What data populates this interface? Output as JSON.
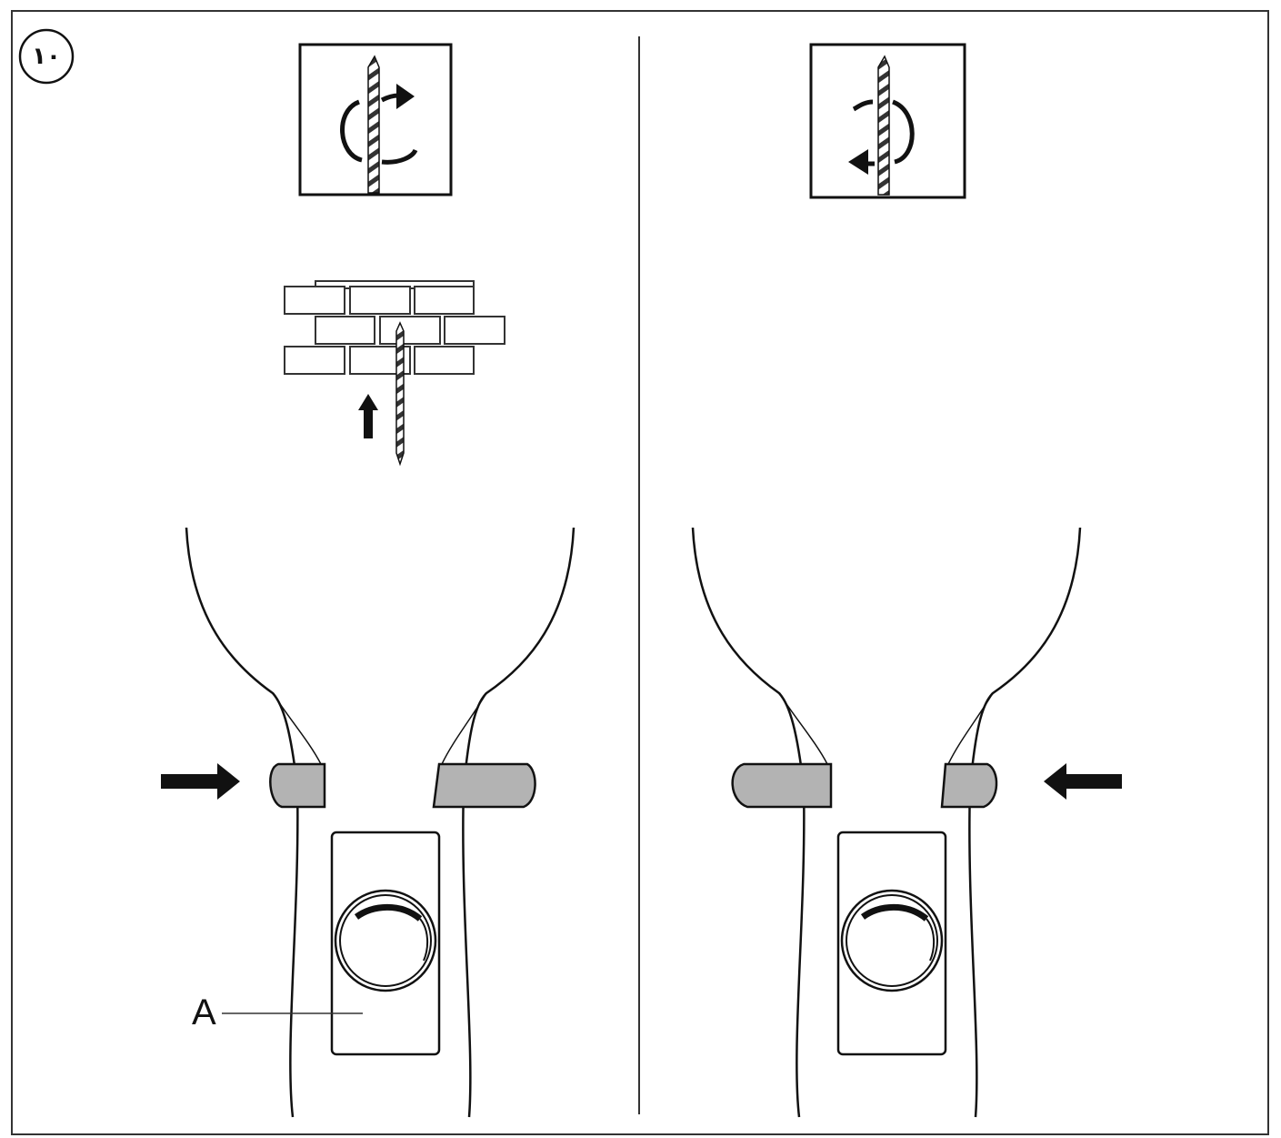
{
  "step": {
    "number": "١٠"
  },
  "callouts": {
    "part_a": "A"
  },
  "colors": {
    "line": "#111111",
    "pad": "#b3b3b3",
    "background": "#ffffff"
  },
  "panels": [
    {
      "id": "left",
      "mode_icon": "drill-bit-rotate-forward-icon",
      "push_arrow": "arrow-right-icon"
    },
    {
      "id": "right",
      "mode_icon": "drill-bit-rotate-reverse-icon",
      "push_arrow": "arrow-left-icon"
    }
  ],
  "extra_icons": [
    "brick-wall-icon",
    "drill-bit-icon",
    "arrow-up-icon",
    "direction-dial-icon"
  ]
}
